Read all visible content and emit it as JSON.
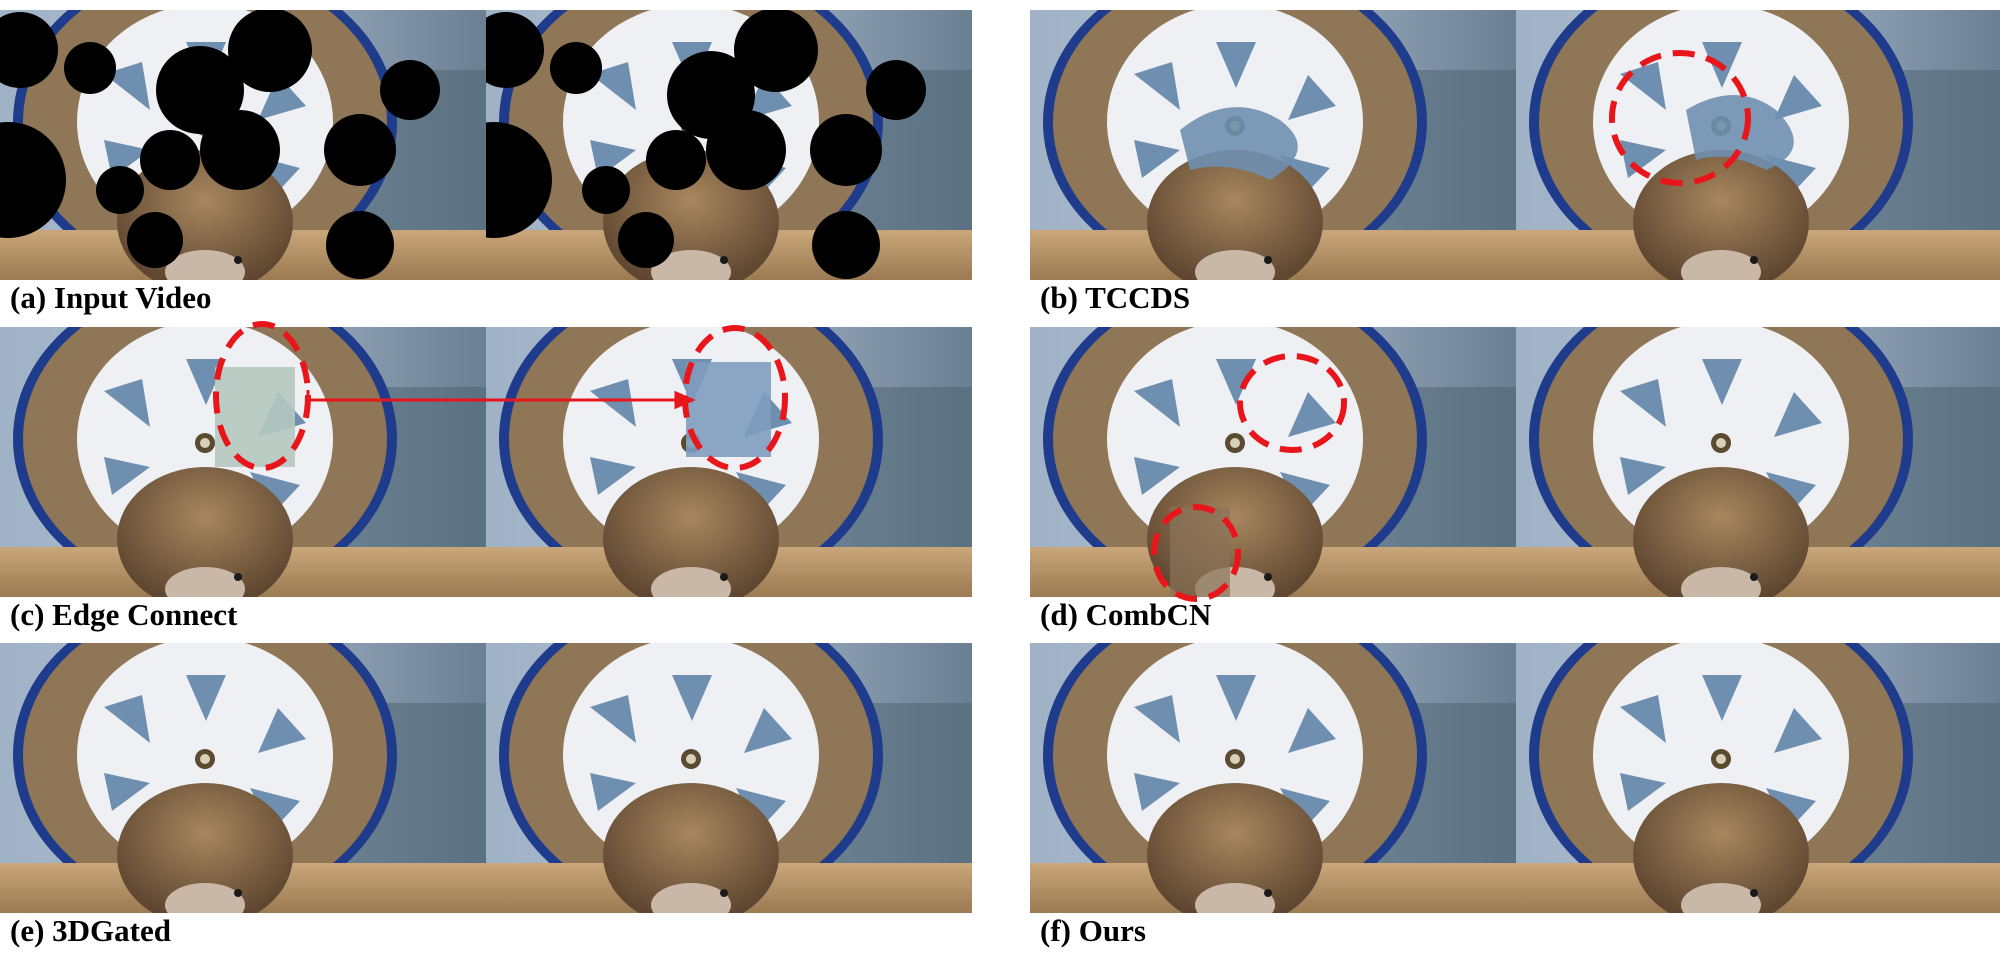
{
  "panels": [
    {
      "id": "a",
      "caption": "(a) Input Video"
    },
    {
      "id": "b",
      "caption": "(b) TCCDS"
    },
    {
      "id": "c",
      "caption": "(c) Edge Connect"
    },
    {
      "id": "d",
      "caption": "(d) CombCN"
    },
    {
      "id": "e",
      "caption": "(e) 3DGated"
    },
    {
      "id": "f",
      "caption": "(f) Ours"
    }
  ],
  "colors": {
    "highlight": "#e8161b",
    "mask": "#000000",
    "wheel_rim": "#1f3b8c",
    "wheel_face": "#eef0f4",
    "spoke_hole": "#6f8fb0"
  }
}
